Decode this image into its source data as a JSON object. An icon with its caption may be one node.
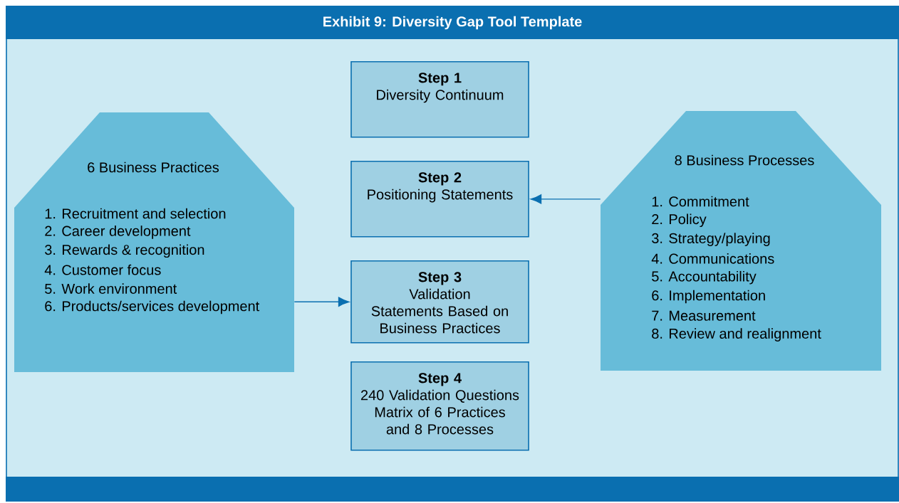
{
  "diagram": {
    "title": "Exhibit 9: Diversity Gap Tool Template",
    "nodes": [
      {
        "text": [
          "Step 1",
          "Diversity Continuum"
        ]
      },
      {
        "text": [
          "Step 2",
          "Positioning Statements"
        ]
      },
      {
        "text": [
          "Step 3",
          "Validation Statements Based on Business Practices"
        ]
      },
      {
        "text": [
          "Step 4",
          "240 Validation Questions Matrix of 6 Practices and 8 Processes"
        ]
      },
      {
        "text": [
          "6 Business Practices",
          "1. Recruitment and selection",
          "2. Career development",
          "3. Rewards & recognition",
          "4. Customer focus",
          "5. Work environment",
          "6. Products/services development"
        ]
      },
      {
        "text": [
          "8 Business Processes",
          "1. Commitment",
          "2. Policy",
          "3. Strategy/playing",
          "4. Communications",
          "5. Accountability",
          "6. Implementation",
          "7. Measurement",
          "8. Review and realignment"
        ]
      }
    ],
    "edges": [
      {
        "from": 4,
        "to": 2,
        "arrow": "to"
      },
      {
        "from": 5,
        "to": 1,
        "arrow": "to"
      }
    ]
  }
}
